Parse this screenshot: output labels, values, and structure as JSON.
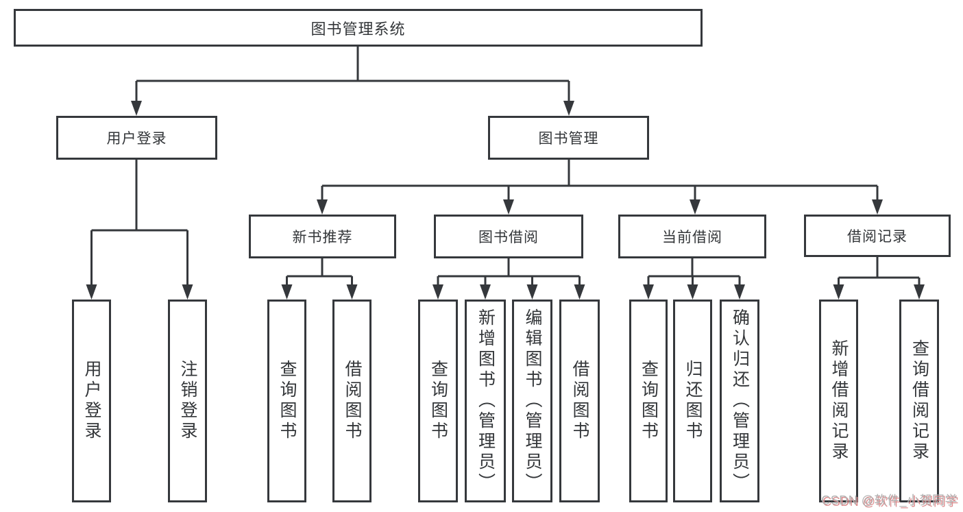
{
  "diagram": {
    "root": {
      "label": "图书管理系统"
    },
    "branches": [
      {
        "label": "用户登录",
        "leaves": [
          {
            "label": "用户登录"
          },
          {
            "label": "注销登录"
          }
        ]
      },
      {
        "label": "图书管理",
        "groups": [
          {
            "label": "新书推荐",
            "leaves": [
              {
                "label": "查询图书"
              },
              {
                "label": "借阅图书"
              }
            ]
          },
          {
            "label": "图书借阅",
            "leaves": [
              {
                "label": "查询图书"
              },
              {
                "label": "新增图书（管理员）"
              },
              {
                "label": "编辑图书（管理员）"
              },
              {
                "label": "借阅图书"
              }
            ]
          },
          {
            "label": "当前借阅",
            "leaves": [
              {
                "label": "查询图书"
              },
              {
                "label": "归还图书"
              },
              {
                "label": "确认归还（管理员）"
              }
            ]
          },
          {
            "label": "借阅记录",
            "leaves": [
              {
                "label": "新增借阅记录"
              },
              {
                "label": "查询借阅记录"
              }
            ]
          }
        ]
      }
    ]
  },
  "watermark": {
    "text": "CSDN @软件_小贺同学"
  },
  "colors": {
    "line": "#35383c",
    "text": "#333639",
    "background": "#ffffff",
    "watermark_text": "#b0b0b0",
    "watermark_shadow": "#dd8a8c"
  }
}
